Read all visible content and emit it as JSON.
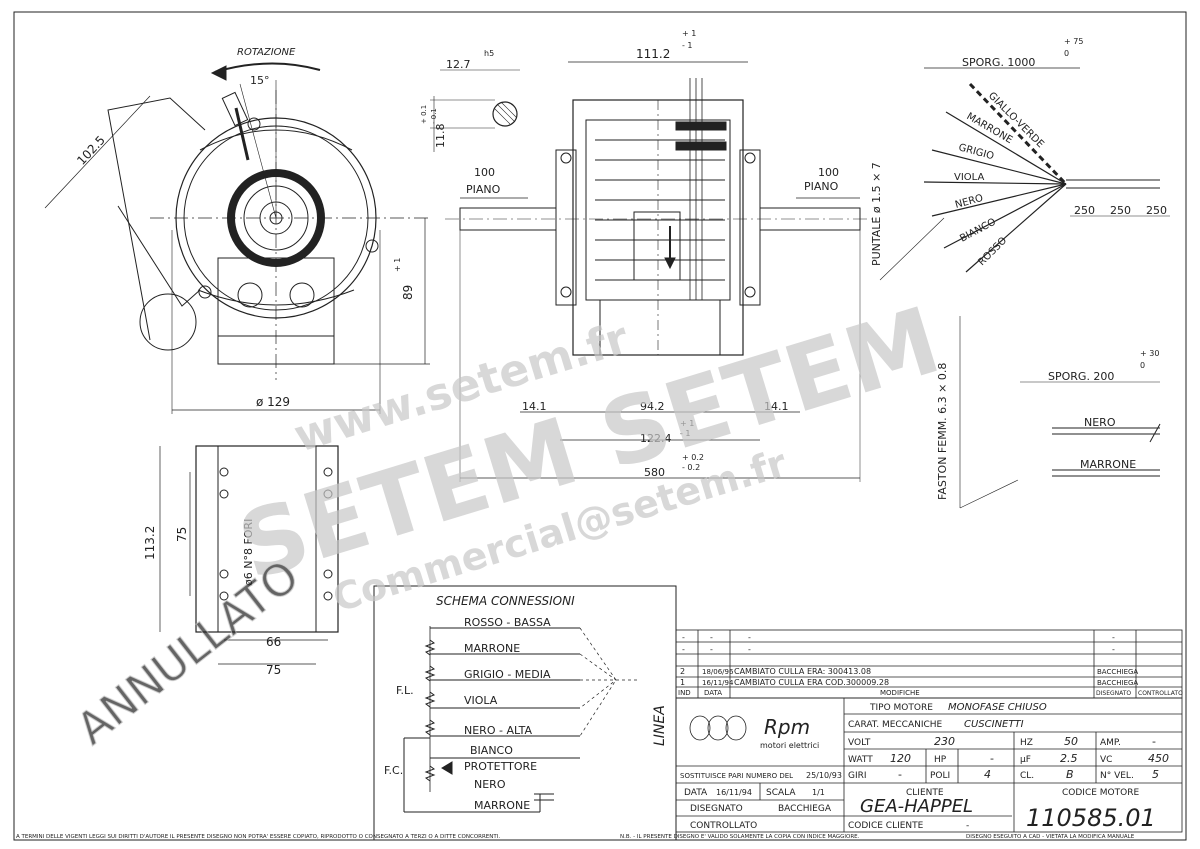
{
  "top_view": {
    "rotation_label": "ROTAZIONE",
    "angle": "15°",
    "dim_102": "102.5",
    "dim_89": "89",
    "dim_89_tol": "+ 1",
    "dim_129": "ø 129"
  },
  "shaft_detail": {
    "dim_12_7": "12.7",
    "h5": "h5",
    "dim_11_8": "11.8",
    "tol_plus": "+ 0.1",
    "tol_minus": "- 0.1"
  },
  "side_view": {
    "dim_111": "111.2",
    "dim_111_tol_plus": "+ 1",
    "dim_111_tol_minus": "- 1",
    "left_100": "100",
    "left_piano": "PIANO",
    "right_100": "100",
    "right_piano": "PIANO",
    "dim_14_left": "14.1",
    "dim_94": "94.2",
    "dim_14_right": "14.1",
    "dim_122": "122.4",
    "dim_122_tol_plus": "+ 1",
    "dim_122_tol_minus": "- 1",
    "dim_580": "580",
    "dim_580_tol_plus": "+ 0.2",
    "dim_580_tol_minus": "- 0.2"
  },
  "base_view": {
    "dim_113": "113.2",
    "dim_75_v": "75",
    "holes": "ø6 N°8 FORI",
    "dim_66": "66",
    "dim_75_h": "75"
  },
  "leads": {
    "sporg_1000": "SPORG. 1000",
    "sporg_1000_tol_plus": "+ 75",
    "sporg_1000_tol_minus": "0",
    "wires": [
      "GIALLO-VERDE",
      "MARRONE",
      "GRIGIO",
      "VIOLA",
      "NERO",
      "BIANCO",
      "ROSSO"
    ],
    "puntale": "PUNTALE ø 1.5 × 7",
    "dim_250_a": "250",
    "dim_250_b": "250",
    "dim_250_c": "250",
    "faston": "FASTON FEMM. 6.3 × 0.8",
    "sporg_200": "SPORG. 200",
    "sporg_200_tol_plus": "+ 30",
    "sporg_200_tol_minus": "0",
    "nero": "NERO",
    "marrone": "MARRONE"
  },
  "schema": {
    "title": "SCHEMA CONNESSIONI",
    "rosso": "ROSSO - BASSA",
    "marrone": "MARRONE",
    "grigio": "GRIGIO - MEDIA",
    "viola": "VIOLA",
    "nero": "NERO - ALTA",
    "bianco": "BIANCO",
    "protettore": "PROTETTORE",
    "nero2": "NERO",
    "marrone2": "MARRONE",
    "fl": "F.L.",
    "fc": "F.C.",
    "linea": "LINEA"
  },
  "revisions": [
    {
      "ind": "-",
      "data": "-",
      "desc": "-",
      "by": "-"
    },
    {
      "ind": "-",
      "data": "-",
      "desc": "-",
      "by": "-"
    },
    {
      "ind": "2",
      "data": "18/06/96",
      "desc": "CAMBIATO CULLA ERA: 300413.08",
      "by": "BACCHIEGA"
    },
    {
      "ind": "1",
      "data": "16/11/94",
      "desc": "CAMBIATO CULLA ERA COD.300009.28",
      "by": "BACCHIEGA"
    }
  ],
  "rev_header": {
    "ind": "IND",
    "data": "DATA",
    "modifiche": "MODIFICHE",
    "disegnato": "DISEGNATO",
    "controllato": "CONTROLLATO"
  },
  "title_block": {
    "logo_text": "Rpm",
    "logo_sub": "motori elettrici",
    "tipo_label": "TIPO MOTORE",
    "tipo_value": "MONOFASE CHIUSO",
    "carat_label": "CARAT. MECCANICHE",
    "carat_value": "CUSCINETTI",
    "volt_label": "VOLT",
    "volt_value": "230",
    "hz_label": "HZ",
    "hz_value": "50",
    "amp_label": "AMP.",
    "amp_value": "-",
    "watt_label": "WATT",
    "watt_value": "120",
    "hp_label": "HP",
    "hp_value": "-",
    "uf_label": "µF",
    "uf_value": "2.5",
    "vc_label": "VC",
    "vc_value": "450",
    "giri_label": "GIRI",
    "giri_value": "-",
    "poli_label": "POLI",
    "poli_value": "4",
    "cl_label": "CL.",
    "cl_value": "B",
    "nvel_label": "N° VEL.",
    "nvel_value": "5",
    "sostituisce": "SOSTITUISCE PARI NUMERO DEL",
    "sostituisce_date": "25/10/93",
    "data_label": "DATA",
    "data_value": "16/11/94",
    "scala_label": "SCALA",
    "scala_value": "1/1",
    "disegnato_label": "DISEGNATO",
    "disegnato_value": "BACCHIEGA",
    "controllato_label": "CONTROLLATO",
    "cliente_label": "CLIENTE",
    "cliente_value": "GEA-HAPPEL",
    "codice_cliente_label": "CODICE CLIENTE",
    "codice_cliente_value": "-",
    "codice_motore_label": "CODICE MOTORE",
    "codice_motore_value": "110585.01"
  },
  "footer": {
    "left": "A TERMINI DELLE VIGENTI LEGGI SUI DIRITTI D'AUTORE IL PRESENTE DISEGNO NON POTRA' ESSERE COPIATO, RIPRODOTTO O CONSEGNATO A TERZI O A DITTE CONCORRENTI.",
    "mid": "N.B. - IL PRESENTE DISEGNO E' VALIDO SOLAMENTE LA COPIA CON INDICE MAGGIORE.",
    "right": "DISEGNO ESEGUITO A CAD - VIETATA LA MODIFICA MANUALE"
  },
  "watermarks": {
    "url": "www.setem.fr",
    "brand": "SETEM SETEM",
    "email": "Commercial@setem.fr",
    "stamp": "ANNULLATO"
  }
}
